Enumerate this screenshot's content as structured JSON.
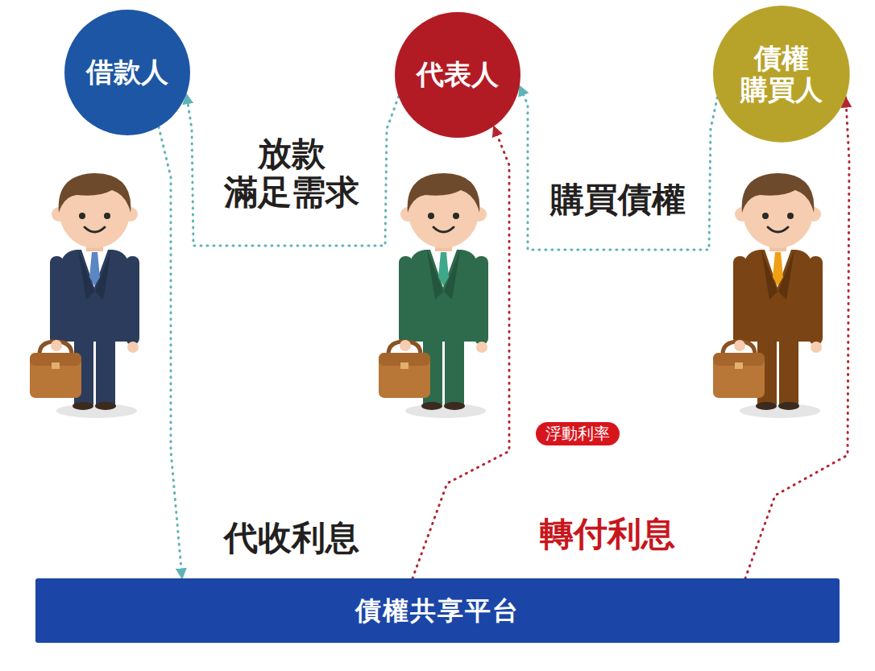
{
  "diagram": {
    "nodes": [
      {
        "text": [
          "借款人"
        ]
      },
      {
        "text": [
          "代表人"
        ]
      },
      {
        "text": [
          "債權 購買人"
        ]
      },
      {
        "text": [
          "債權共享平台"
        ]
      }
    ],
    "edges": [
      {
        "from": 1,
        "to": 0,
        "arrow": "to",
        "label": "放款 滿足需求"
      },
      {
        "from": 2,
        "to": 1,
        "arrow": "to",
        "label": "購買債權"
      },
      {
        "from": 0,
        "to": 3,
        "arrow": "to"
      },
      {
        "from": 3,
        "to": 1,
        "arrow": "to"
      },
      {
        "from": 3,
        "to": 2,
        "arrow": "to"
      }
    ],
    "labels": [
      "浮動利率",
      "代收利息",
      "轉付利息"
    ]
  }
}
